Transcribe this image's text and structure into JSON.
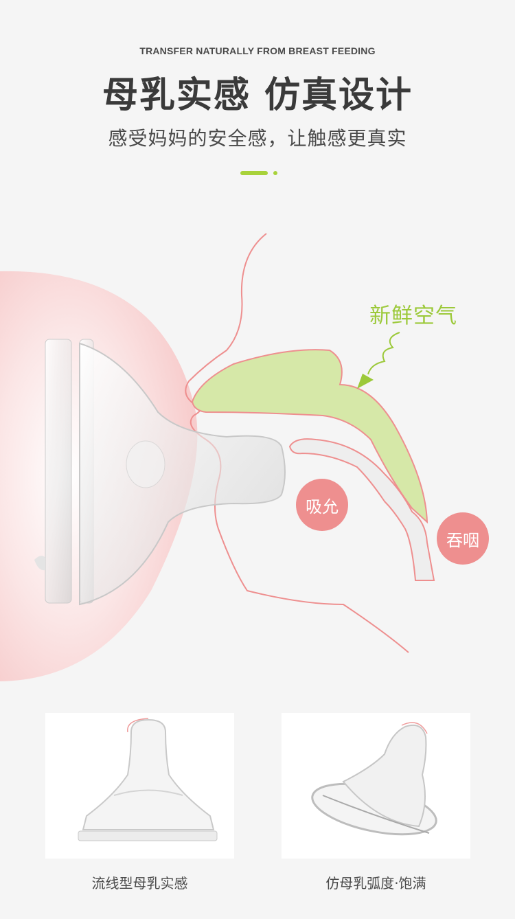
{
  "header": {
    "eyebrow": "TRANSFER NATURALLY FROM BREAST FEEDING",
    "title": "母乳实感 仿真设计",
    "subtitle": "感受妈妈的安全感，让触感更真实"
  },
  "diagram": {
    "air_label": "新鲜空气",
    "suck_label": "吸允",
    "swallow_label": "吞咽"
  },
  "features": [
    {
      "caption": "流线型母乳实感"
    },
    {
      "caption": "仿母乳弧度·饱满"
    }
  ],
  "colors": {
    "accent_green": "#a8d23a",
    "air_green": "#d6e8a8",
    "outline_pink": "#ee8f8f",
    "breast_pink": "#fbdcdc"
  }
}
